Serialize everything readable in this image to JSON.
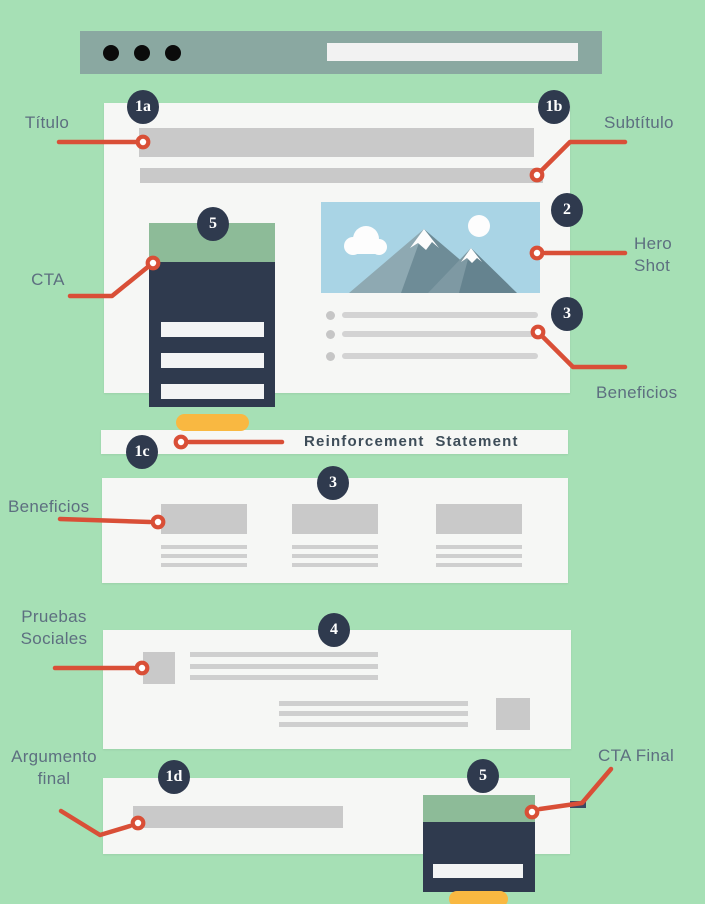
{
  "title": "Landing page wireframe anatomy diagram",
  "colors": {
    "background": "#a6e0b5",
    "browser_bar": "#8aa8a1",
    "panel": "#f6f7f5",
    "placeholder_gray": "#c9c9c9",
    "navy": "#2f3a4e",
    "form_header_green": "#8dbb98",
    "button_yellow": "#f9b841",
    "connector_red": "#d94f37",
    "label_text": "#5d6f80",
    "hero_sky": "#a9d4e5"
  },
  "browser_bar": {
    "window_dots": 3,
    "search_value": "",
    "search_placeholder": ""
  },
  "badges": {
    "title": "1a",
    "subtitle": "1b",
    "hero_shot": "2",
    "benefit_bullets": "3",
    "cta_form": "5",
    "reinforcement": "1c",
    "benefit_columns": "3",
    "social_proof": "4",
    "final_argument": "1d",
    "final_cta": "5"
  },
  "labels": {
    "titulo": "Título",
    "subtitulo": "Subtítulo",
    "hero_line1": "Hero",
    "hero_line2": "Shot",
    "beneficios_right": "Beneficios",
    "beneficios_left": "Beneficios",
    "pruebas_line1": "Pruebas",
    "pruebas_line2": "Sociales",
    "argumento_line1": "Argumento",
    "argumento_line2": "final",
    "cta": "CTA",
    "cta_final": "CTA Final",
    "reinforcement": "Reinforcement  Statement"
  }
}
